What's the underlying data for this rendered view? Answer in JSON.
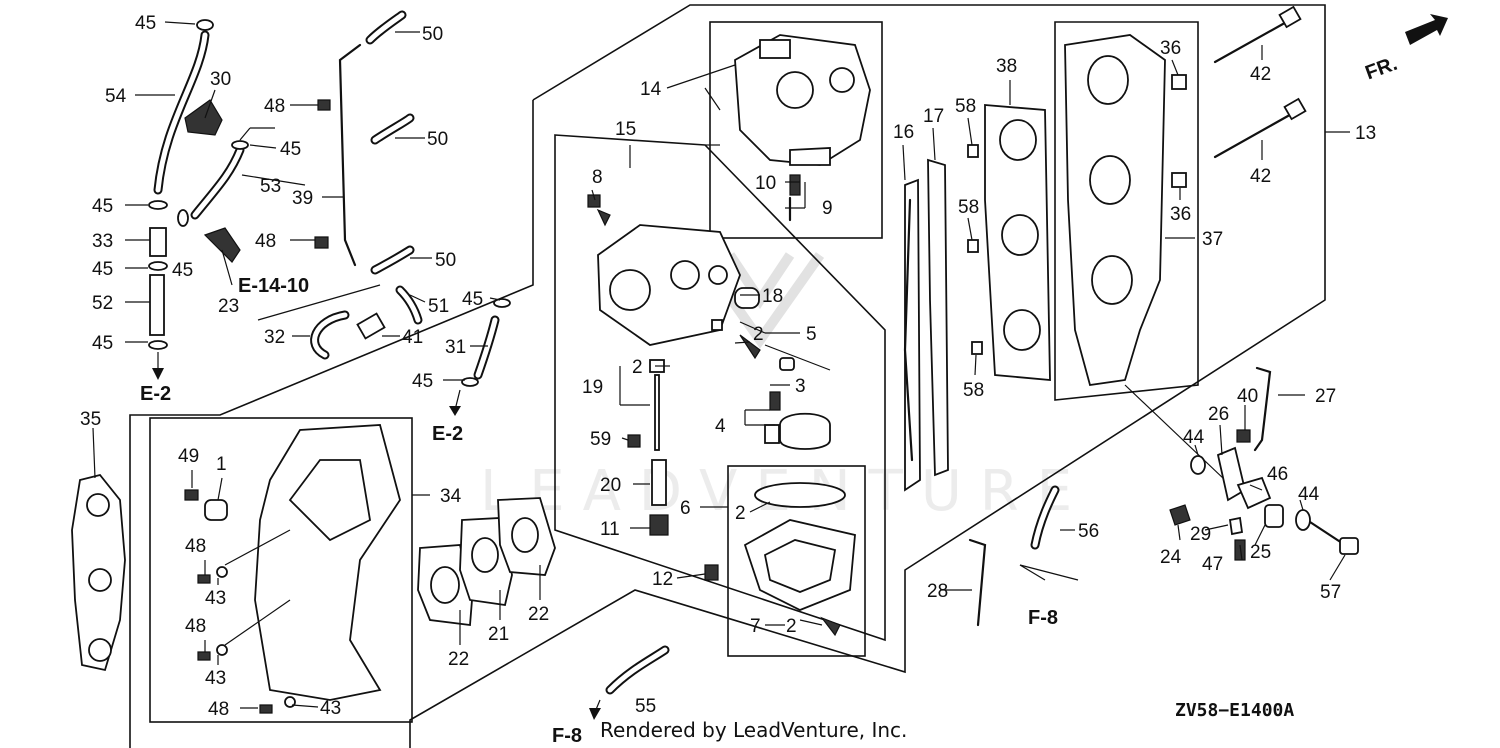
{
  "diagram": {
    "credit": "Rendered by LeadVenture, Inc.",
    "diagram_code": "ZV58−E1400A",
    "front_marker": "FR.",
    "watermark": "LEADVENTURE",
    "references": {
      "e_14_10": "E-14-10",
      "e_2_left": "E-2",
      "e_2_mid": "E-2",
      "f_8_bottom": "F-8",
      "f_8_right": "F-8"
    },
    "callouts": {
      "c1": "1",
      "c2a": "2",
      "c2b": "2",
      "c2c": "2",
      "c2d": "2",
      "c3": "3",
      "c4": "4",
      "c5": "5",
      "c6": "6",
      "c7": "7",
      "c8": "8",
      "c9": "9",
      "c10": "10",
      "c11": "11",
      "c12": "12",
      "c13": "13",
      "c14": "14",
      "c15": "15",
      "c16": "16",
      "c17": "17",
      "c18": "18",
      "c19": "19",
      "c20": "20",
      "c21": "21",
      "c22a": "22",
      "c22b": "22",
      "c23": "23",
      "c24": "24",
      "c25": "25",
      "c26": "26",
      "c27": "27",
      "c28": "28",
      "c29": "29",
      "c30": "30",
      "c31": "31",
      "c32": "32",
      "c33": "33",
      "c34": "34",
      "c35": "35",
      "c36a": "36",
      "c36b": "36",
      "c37": "37",
      "c38": "38",
      "c39": "39",
      "c40": "40",
      "c41": "41",
      "c42a": "42",
      "c42b": "42",
      "c43a": "43",
      "c43b": "43",
      "c43c": "43",
      "c44a": "44",
      "c44b": "44",
      "c45a": "45",
      "c45b": "45",
      "c45c": "45",
      "c45d": "45",
      "c45e": "45",
      "c45f": "45",
      "c45g": "45",
      "c45h": "45",
      "c46": "46",
      "c47": "47",
      "c48a": "48",
      "c48b": "48",
      "c48c": "48",
      "c48d": "48",
      "c48e": "48",
      "c49": "49",
      "c50a": "50",
      "c50b": "50",
      "c50c": "50",
      "c51": "51",
      "c52": "52",
      "c53": "53",
      "c54": "54",
      "c55": "55",
      "c56": "56",
      "c57": "57",
      "c58a": "58",
      "c58b": "58",
      "c58c": "58",
      "c59": "59"
    }
  }
}
